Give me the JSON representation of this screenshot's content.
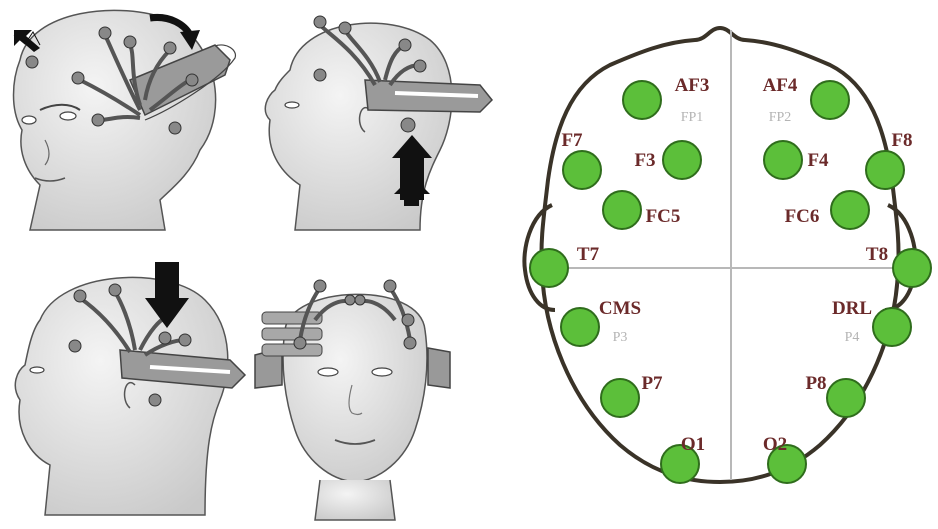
{
  "colors": {
    "electrode_fill": "#5cbf3a",
    "electrode_stroke": "#2f6d1c",
    "label": "#6b2a2a",
    "reference_label": "#b4b4b4",
    "outline": "#3a3328",
    "divider": "#b8b8b8",
    "head_skin": "#dcdcdc",
    "band": "#9a9a9a",
    "arrow": "#111111"
  },
  "icons": {
    "fit_front_three_quarter": "headset-fit-front-icon",
    "fit_side_upper": "headset-fit-side-icon",
    "fit_side_lower": "headset-fit-side-pressing-icon",
    "fit_front": "headset-front-view-icon",
    "arrow": "arrow-icon"
  },
  "electrodes": [
    {
      "name": "AF3",
      "reference": "FP1"
    },
    {
      "name": "AF4",
      "reference": "FP2"
    },
    {
      "name": "F7",
      "reference": ""
    },
    {
      "name": "F8",
      "reference": ""
    },
    {
      "name": "F3",
      "reference": ""
    },
    {
      "name": "F4",
      "reference": ""
    },
    {
      "name": "FC5",
      "reference": ""
    },
    {
      "name": "FC6",
      "reference": ""
    },
    {
      "name": "T7",
      "reference": ""
    },
    {
      "name": "T8",
      "reference": ""
    },
    {
      "name": "CMS",
      "reference": "P3"
    },
    {
      "name": "DRL",
      "reference": "P4"
    },
    {
      "name": "P7",
      "reference": ""
    },
    {
      "name": "P8",
      "reference": ""
    },
    {
      "name": "O1",
      "reference": ""
    },
    {
      "name": "O2",
      "reference": ""
    }
  ]
}
